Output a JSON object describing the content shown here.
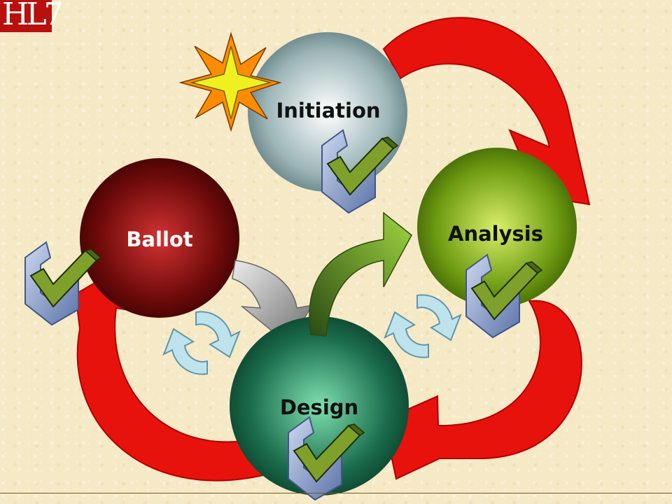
{
  "logo": {
    "text": "HL7"
  },
  "nodes": {
    "initiation": {
      "label": "Initiation",
      "color": "#8aa5a7"
    },
    "analysis": {
      "label": "Analysis",
      "color": "#6c9a10"
    },
    "ballot": {
      "label": "Ballot",
      "color": "#6e0a0a"
    },
    "design": {
      "label": "Design",
      "color": "#1a6c4c"
    }
  },
  "colors": {
    "background": "#f6e9c6",
    "cycle_arrow": "#e8120c",
    "gray_arrow": "#8c8c8c",
    "green_arrow": "#8cc43a",
    "refresh_icon": "#bfe3ec",
    "checkmark": "#7fa12c",
    "checkbox_frame": "#8aa2cf",
    "star_outer": "#ff8c00",
    "star_inner": "#f0f020"
  },
  "icons": [
    "starburst-icon",
    "checkmark-icon",
    "refresh-icon",
    "cycle-arrow-icon"
  ]
}
